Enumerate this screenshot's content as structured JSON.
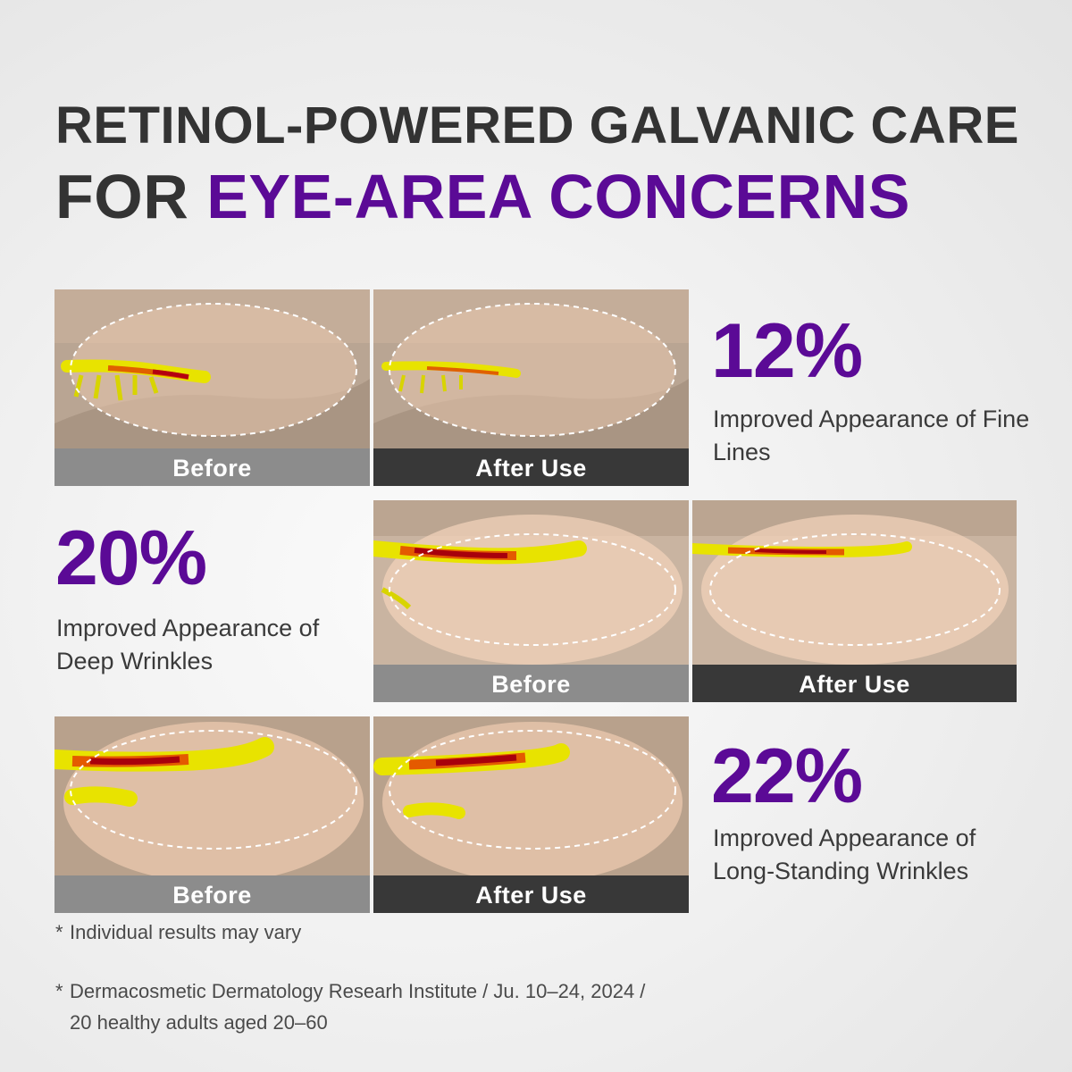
{
  "headline": {
    "line1": "RETINOL-POWERED GALVANIC CARE",
    "line2_prefix": "FOR ",
    "line2_accent": "EYE-AREA CONCERNS"
  },
  "colors": {
    "accent": "#5b0a96",
    "text_dark": "#333333",
    "label_before_bg": "#8c8c8c",
    "label_after_bg": "#383838"
  },
  "results": [
    {
      "percent": "12%",
      "description": "Improved Appearance of Fine Lines",
      "before_label": "Before",
      "after_label": "After Use"
    },
    {
      "percent": "20%",
      "description": "Improved Appearance of Deep Wrinkles",
      "before_label": "Before",
      "after_label": "After Use"
    },
    {
      "percent": "22%",
      "description": "Improved Appearance of Long-Standing Wrinkles",
      "before_label": "Before",
      "after_label": "After Use"
    }
  ],
  "footnotes": {
    "disclaimer": "Individual results may vary",
    "source_line1": "Dermacosmetic Dermatology Researh Institute / Ju. 10–24, 2024 /",
    "source_line2": "20 healthy adults aged 20–60",
    "marker": "*"
  }
}
